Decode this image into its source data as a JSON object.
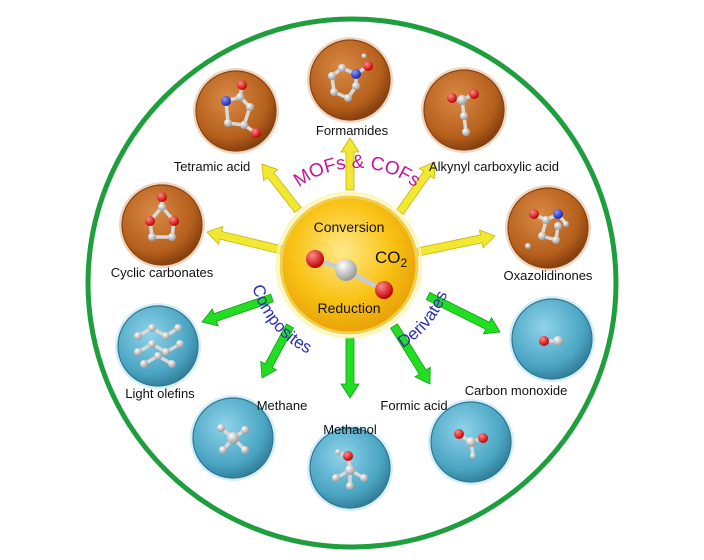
{
  "center": {
    "top_label": "Conversion",
    "bottom_label": "Reduction",
    "molecule_label": "CO",
    "molecule_subscript": "2"
  },
  "arc_labels": {
    "top": "MOFs & COFs",
    "left": "Composites",
    "right": "Derivates"
  },
  "products": [
    {
      "id": "formamides",
      "label": "Formamides",
      "kind": "brown",
      "icon": "formamide-molecule-icon"
    },
    {
      "id": "alkynyl",
      "label": "Alkynyl carboxylic acid",
      "kind": "brown",
      "icon": "alkynyl-carboxylic-acid-molecule-icon"
    },
    {
      "id": "oxazolidinones",
      "label": "Oxazolidinones",
      "kind": "brown",
      "icon": "oxazolidinone-molecule-icon"
    },
    {
      "id": "tetramic",
      "label": "Tetramic acid",
      "kind": "brown",
      "icon": "tetramic-acid-molecule-icon"
    },
    {
      "id": "cyclic",
      "label": "Cyclic carbonates",
      "kind": "brown",
      "icon": "cyclic-carbonate-molecule-icon"
    },
    {
      "id": "olefins",
      "label": "Light olefins",
      "kind": "blue",
      "icon": "light-olefin-molecule-icon"
    },
    {
      "id": "methane",
      "label": "Methane",
      "kind": "blue",
      "icon": "methane-molecule-icon"
    },
    {
      "id": "methanol",
      "label": "Methanol",
      "kind": "blue",
      "icon": "methanol-molecule-icon"
    },
    {
      "id": "formic",
      "label": "Formic acid",
      "kind": "blue",
      "icon": "formic-acid-molecule-icon"
    },
    {
      "id": "co",
      "label": "Carbon monoxide",
      "kind": "blue",
      "icon": "carbon-monoxide-molecule-icon"
    }
  ],
  "colors": {
    "outer_ring": "#1e9e3c",
    "brown_disc": "#b55f1c",
    "blue_disc": "#4aa5c3",
    "yellow_arrow": "#f0e832",
    "green_arrow": "#22dd22",
    "center_gold": "#f7c11a",
    "oxygen": "#e01515",
    "nitrogen": "#2233cc",
    "carbon": "#bbbbbb"
  }
}
